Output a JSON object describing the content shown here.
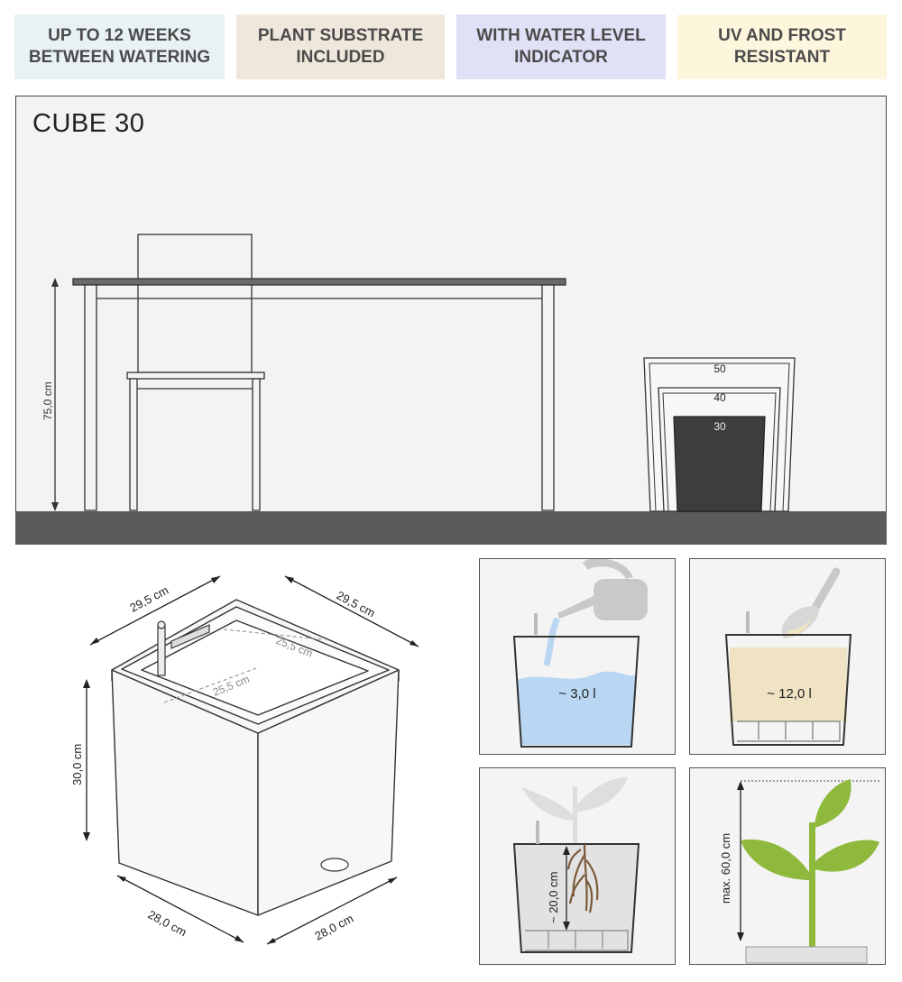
{
  "badges": [
    {
      "label": "UP TO 12 WEEKS\nBETWEEN WATERING",
      "color": "#e8f2f4"
    },
    {
      "label": "PLANT SUBSTRATE\nINCLUDED",
      "color": "#efe7dc"
    },
    {
      "label": "WITH WATER LEVEL\nINDICATOR",
      "color": "#e0e0f7"
    },
    {
      "label": "UV AND FROST\nRESISTANT",
      "color": "#fdf6dc"
    }
  ],
  "scene": {
    "title": "CUBE 30",
    "height_label": "75,0 cm",
    "size_labels": {
      "large": "50",
      "medium": "40",
      "small": "30"
    },
    "colors": {
      "floor": "#5b5b5d",
      "pot_dark": "#3d3d3b"
    }
  },
  "cube": {
    "top_left_width": "29,5 cm",
    "top_right_width": "29,5 cm",
    "inner_width_a": "25,5 cm",
    "inner_width_b": "25,5 cm",
    "height": "30,0 cm",
    "bottom_left_width": "28,0 cm",
    "bottom_right_width": "28,0 cm"
  },
  "panels": {
    "water_volume": "~ 3,0 l",
    "substrate_volume": "~ 12,0 l",
    "root_depth": "~ 20,0 cm",
    "max_plant_height": "max. 60,0 cm",
    "colors": {
      "water": "#b9d6f2",
      "substrate": "#efe3c4",
      "leaf": "#8fb93c",
      "root": "#7a5a3a"
    }
  }
}
